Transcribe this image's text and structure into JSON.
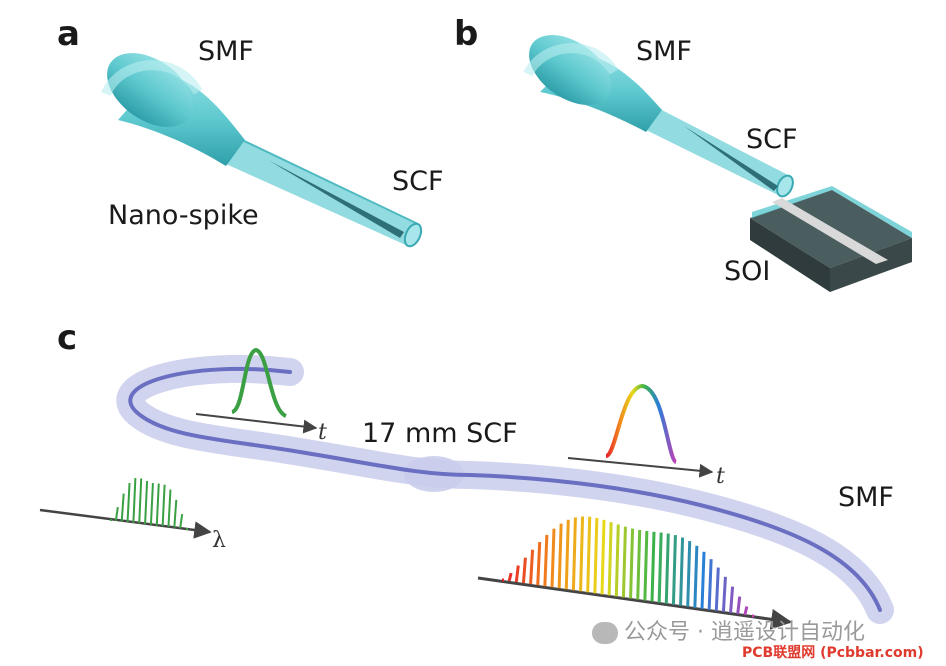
{
  "panels": {
    "a": "a",
    "b": "b",
    "c": "c"
  },
  "panel_a": {
    "smf": "SMF",
    "nanospike": "Nano-spike",
    "scf": "SCF"
  },
  "panel_b": {
    "smf": "SMF",
    "scf": "SCF",
    "soi": "SOI"
  },
  "panel_c": {
    "scf_length": "17 mm SCF",
    "smf": "SMF",
    "axis_t1": "t",
    "axis_t2": "t",
    "axis_lambda": "λ"
  },
  "watermark": {
    "account": "公众号 · 逍遥设计自动化",
    "source": "PCB联盟网 (Pcbbar.com)"
  },
  "colors": {
    "fiber": "#5ec9cf",
    "fiber_dark": "#2fa3ad",
    "waveguide_track": "#b9bfe3",
    "waveguide_core": "#6a6fc2",
    "pulse_green": "#3aa043",
    "chip": "#3b4d4f"
  }
}
